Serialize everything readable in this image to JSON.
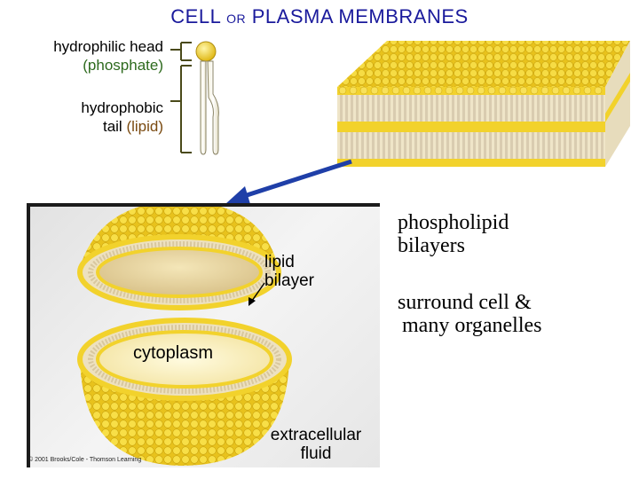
{
  "title": {
    "main_left": "CELL",
    "connector": "OR",
    "main_right": "PLASMA MEMBRANES"
  },
  "phospholipid_labels": {
    "head_line1": "hydrophilic head",
    "head_line2": "(phosphate)",
    "tail_line1": "hydrophobic",
    "tail_line2_prefix": "tail ",
    "tail_line2_colored": "(lipid)"
  },
  "side_text": {
    "line1": "phospholipid",
    "line2": "bilayers",
    "line3": "surround cell &",
    "line4": "many organelles"
  },
  "photo_labels": {
    "lipid_bilayer_line1": "lipid",
    "lipid_bilayer_line2": "bilayer",
    "cytoplasm": "cytoplasm",
    "extracellular_line1": "extracellular",
    "extracellular_line2": "fluid",
    "copyright": "© 2001 Brooks/Cole - Thomson Learning"
  },
  "colors": {
    "title": "#1a1a9c",
    "head_label": "#2d6a1d",
    "tail_label": "#7a4a10",
    "lipid_head": "#f2d22c",
    "arrow": "#1f3fa8",
    "bracket": "#4a4a1a"
  }
}
